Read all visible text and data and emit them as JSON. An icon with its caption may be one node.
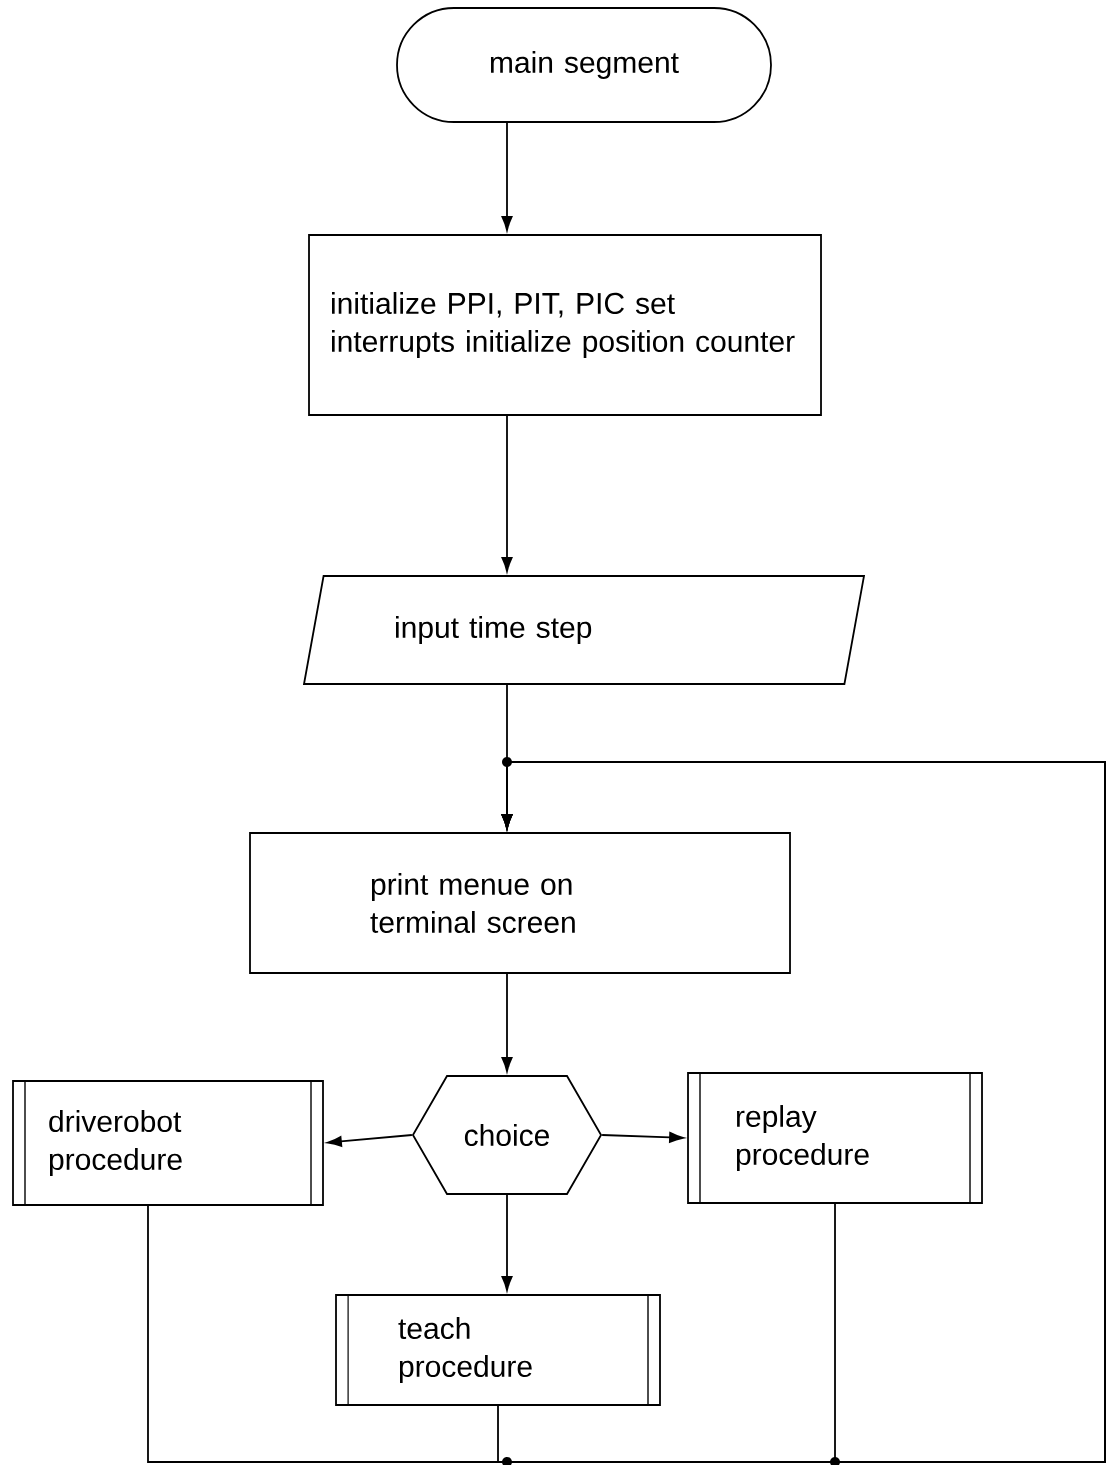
{
  "diagram": {
    "nodes": [
      {
        "text": [
          "main segment"
        ]
      },
      {
        "text": [
          "initialize PPI, PIT, PIC set interrupts initialize position counter"
        ]
      },
      {
        "text": [
          "input time step"
        ]
      },
      {
        "text": [
          "print menue on terminal screen"
        ]
      },
      {
        "text": [
          "driverobot procedure"
        ]
      },
      {
        "text": [
          "choice"
        ]
      },
      {
        "text": [
          "replay procedure"
        ]
      },
      {
        "text": [
          "teach procedure"
        ]
      }
    ],
    "edges": [
      {
        "from": 0,
        "to": 1,
        "arrow": "to"
      },
      {
        "from": 1,
        "to": 2,
        "arrow": "to"
      },
      {
        "from": 2,
        "to": 3,
        "arrow": "to"
      },
      {
        "from": 3,
        "to": 5,
        "arrow": "to"
      },
      {
        "from": 5,
        "to": 4,
        "arrow": "to"
      },
      {
        "from": 5,
        "to": 6,
        "arrow": "to"
      },
      {
        "from": 5,
        "to": 7,
        "arrow": "to"
      },
      {
        "from": 4,
        "to": 3,
        "arrow": "to"
      },
      {
        "from": 7,
        "to": 3,
        "arrow": "to"
      },
      {
        "from": 6,
        "to": 3,
        "arrow": "to"
      }
    ]
  }
}
